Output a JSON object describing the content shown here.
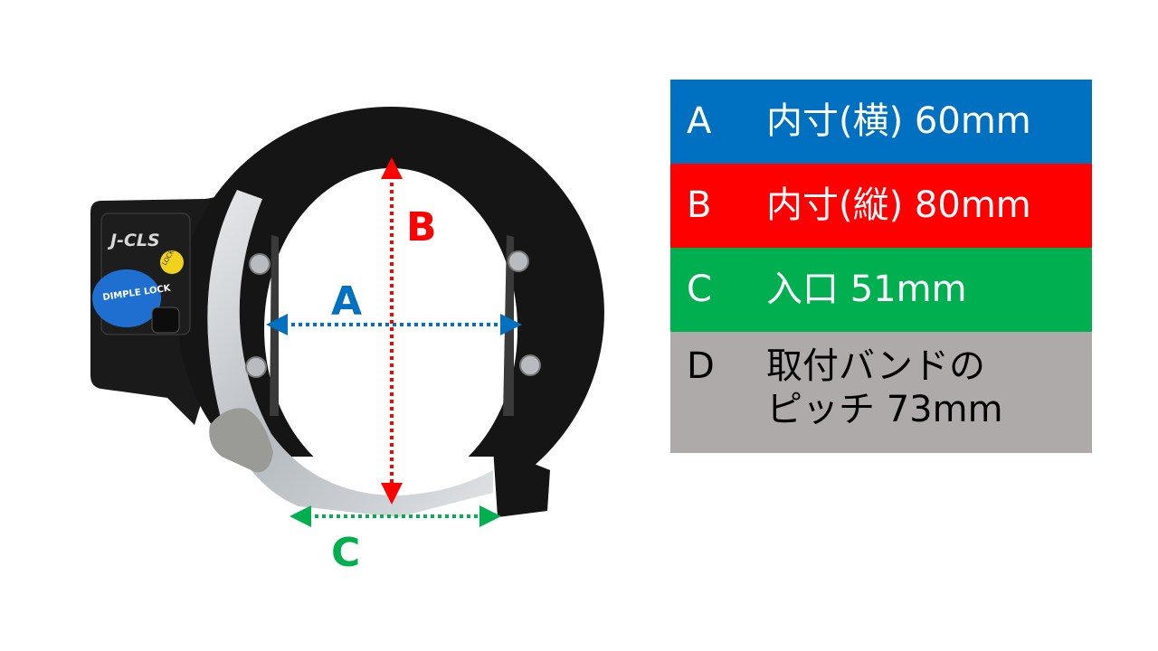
{
  "product": {
    "brand_logo": "J-CLS",
    "sticker_text": "DIMPLE LOCK",
    "tag_text": "LOCK"
  },
  "dimensions": {
    "A": {
      "letter": "A",
      "label": "内寸(横) 60mm",
      "color": "#0070c0"
    },
    "B": {
      "letter": "B",
      "label": "内寸(縦) 80mm",
      "color": "#ff0000"
    },
    "C": {
      "letter": "C",
      "label": "入口 51mm",
      "color": "#00b050"
    },
    "D": {
      "letter": "D",
      "label": "取付バンドの\nピッチ 73mm",
      "color": "#aeaaaa"
    }
  }
}
